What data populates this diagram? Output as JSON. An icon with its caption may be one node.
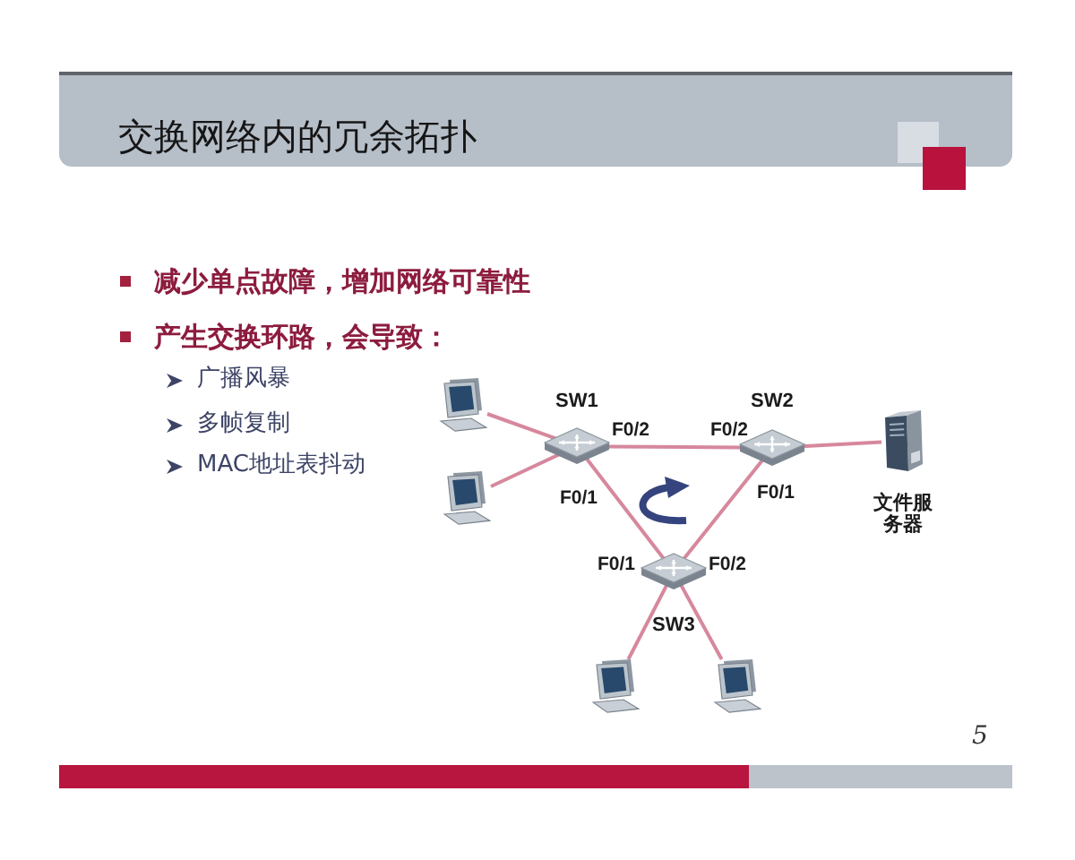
{
  "diagram": {
    "title": "交换网络内的冗余拓扑",
    "nodes": [
      {
        "text": [],
        "shape": "picture"
      },
      {
        "text": [
          "SW1"
        ],
        "beside": [
          "F0/2",
          "F0/1"
        ]
      },
      {
        "text": [
          "SW2"
        ],
        "beside": [
          "F0/2",
          "F0/1"
        ]
      },
      {
        "text": [
          "文件服务器"
        ]
      },
      {
        "text": [],
        "shape": "picture"
      },
      {
        "text": [
          "SW3"
        ],
        "beside": [
          "F0/1",
          "F0/2"
        ]
      },
      {
        "text": [],
        "shape": "picture"
      },
      {
        "text": [],
        "shape": "picture"
      }
    ],
    "edges": [
      {
        "from": 0,
        "to": 1,
        "arrow": "none"
      },
      {
        "from": 4,
        "to": 1,
        "arrow": "none"
      },
      {
        "from": 1,
        "to": 2,
        "arrow": "none"
      },
      {
        "from": 2,
        "to": 3,
        "arrow": "none"
      },
      {
        "from": 1,
        "to": 5,
        "arrow": "none"
      },
      {
        "from": 2,
        "to": 5,
        "arrow": "none"
      },
      {
        "from": 5,
        "to": 6,
        "arrow": "none"
      },
      {
        "from": 5,
        "to": 7,
        "arrow": "none"
      }
    ],
    "labels": [
      "减少单点故障，增加网络可靠性",
      "产生交换环路，会导致：",
      "广播风暴",
      "多帧复制",
      "MAC地址表抖动",
      "5"
    ]
  }
}
